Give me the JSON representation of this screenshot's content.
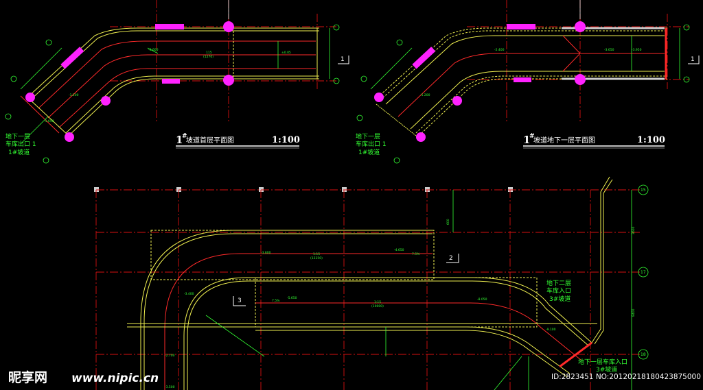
{
  "plans": [
    {
      "title_num": "1",
      "title_sup": "#",
      "title_text": "坡道首层平面图",
      "scale": "1:100",
      "labels": [
        "地下一层",
        "车库出口 1",
        "1",
        "#坡道"
      ],
      "section_mark": "1"
    },
    {
      "title_num": "1",
      "title_sup": "#",
      "title_text": "坡道地下一层平面图",
      "scale": "1:100",
      "labels": [
        "地下一层",
        "车库出口 1",
        "1",
        "#坡道"
      ],
      "section_mark": "1"
    }
  ],
  "lower_plan": {
    "axis_labels": [
      "15",
      "17",
      "18"
    ],
    "section_marks": [
      "2",
      "3"
    ],
    "label_entry_b2": [
      "地下二层",
      "车库入口",
      "3",
      "#坡道"
    ],
    "label_entry_b1": [
      "地下一层车库入口",
      "3",
      "#坡道"
    ]
  },
  "watermark": {
    "logo": "昵享网",
    "url": "www.nipic.cn",
    "id_text": "ID:2823451 NO:20120218180423875000"
  },
  "colors": {
    "background": "#000000",
    "wall": "#f0f050",
    "centerline": "#ff2a2a",
    "dimension": "#33ff33",
    "column": "#ff22ff",
    "text": "#ffffff"
  }
}
